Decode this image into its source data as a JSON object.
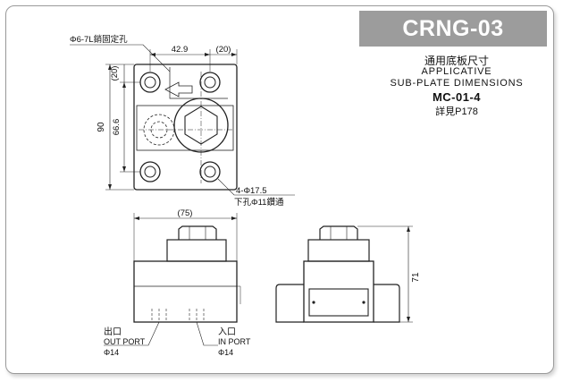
{
  "header": {
    "model_code": "CRNG-03",
    "title_cn": "通用底板尺寸",
    "title_en_line1": "APPLICATIVE",
    "title_en_line2": "SUB-PLATE DIMENSIONS",
    "plate_model": "MC-01-4",
    "reference": "詳見P178"
  },
  "top_view": {
    "pin_hole_label": "Φ6-7L銷固定孔",
    "dim_42_9": "42.9",
    "dim_20_top": "(20)",
    "dim_20_left": "(20)",
    "dim_66_6": "66.6",
    "dim_90": "90",
    "mount_holes_label": "4-Φ17.5",
    "mount_holes_sub": "下孔Φ11鑽通"
  },
  "front_view": {
    "dim_75": "(75)",
    "out_port_cn": "出口",
    "out_port_en": "OUT PORT",
    "out_port_dia": "Φ14",
    "in_port_cn": "入口",
    "in_port_en": "IN PORT",
    "in_port_dia": "Φ14"
  },
  "side_view": {
    "dim_71": "71"
  }
}
